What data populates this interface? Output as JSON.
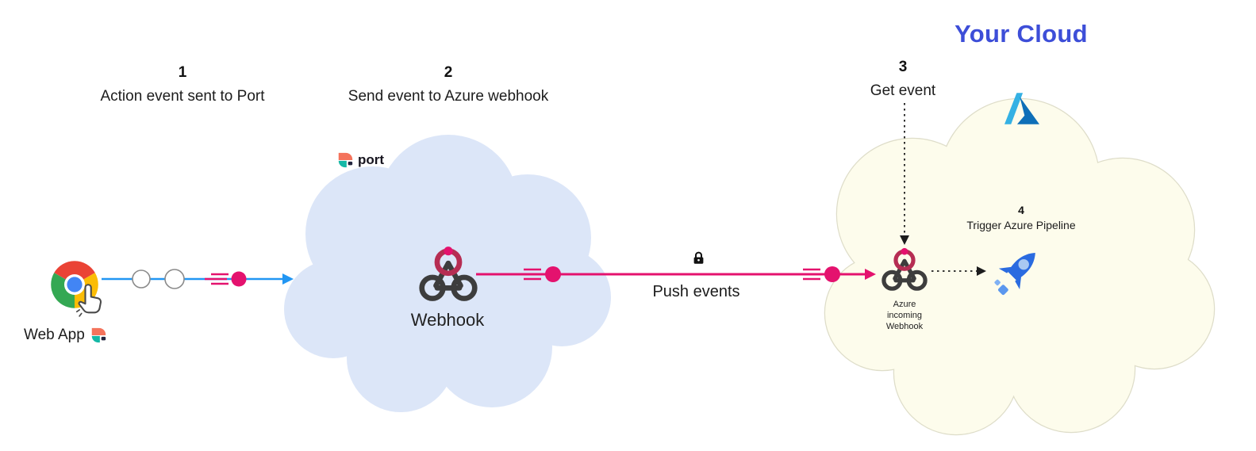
{
  "title": "Your Cloud",
  "steps": [
    {
      "num": "1",
      "label": "Action event sent to Port"
    },
    {
      "num": "2",
      "label": "Send event to Azure webhook"
    },
    {
      "num": "3",
      "label": "Get event"
    },
    {
      "num": "4",
      "label": "Trigger Azure Pipeline"
    }
  ],
  "source": {
    "label": "Web App"
  },
  "port_cloud": {
    "brand": "port",
    "node_label": "Webhook"
  },
  "link": {
    "label": "Push events"
  },
  "your_cloud": {
    "webhook_label": [
      "Azure",
      "incoming",
      "Webhook"
    ]
  },
  "icons": {
    "chrome": "chrome-browser-icon",
    "hand": "click-hand-cursor-icon",
    "port": "port-logo-icon",
    "webhook": "webhook-icon",
    "lock": "lock-icon",
    "azure": "azure-logo-icon",
    "pipeline": "azure-pipelines-rocket-icon"
  },
  "colors": {
    "title_blue": "#3d4ed8",
    "accent_pink": "#e4126e",
    "arrow_blue": "#2196f3",
    "port_cloud_fill": "#dce6f8",
    "your_cloud_fill": "#fdfcec",
    "your_cloud_border": "#deddc9"
  }
}
